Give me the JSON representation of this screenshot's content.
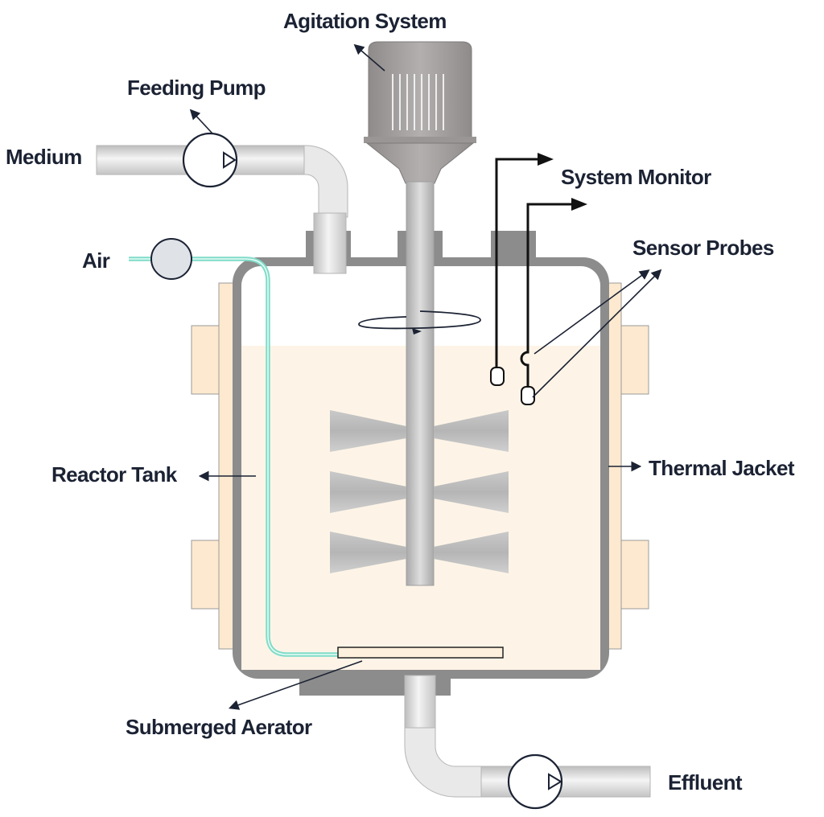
{
  "labels": {
    "agitation_system": "Agitation System",
    "feeding_pump": "Feeding Pump",
    "medium": "Medium",
    "system_monitor": "System Monitor",
    "sensor_probes": "Sensor Probes",
    "air": "Air",
    "reactor_tank": "Reactor Tank",
    "thermal_jacket": "Thermal Jacket",
    "submerged_aerator": "Submerged Aerator",
    "effluent": "Effluent"
  },
  "colors": {
    "pipe": "#cdcdcd",
    "tank_wall": "#8c8c8c",
    "liquid": "#fdf4e7",
    "jacket": "#fde9cf",
    "air_line": "#7fdcc8",
    "label_text": "#1b2233",
    "motor": "#9c9898"
  },
  "icons": [
    "pump-icon",
    "motor-icon",
    "impeller-icon",
    "arrow-icon"
  ]
}
